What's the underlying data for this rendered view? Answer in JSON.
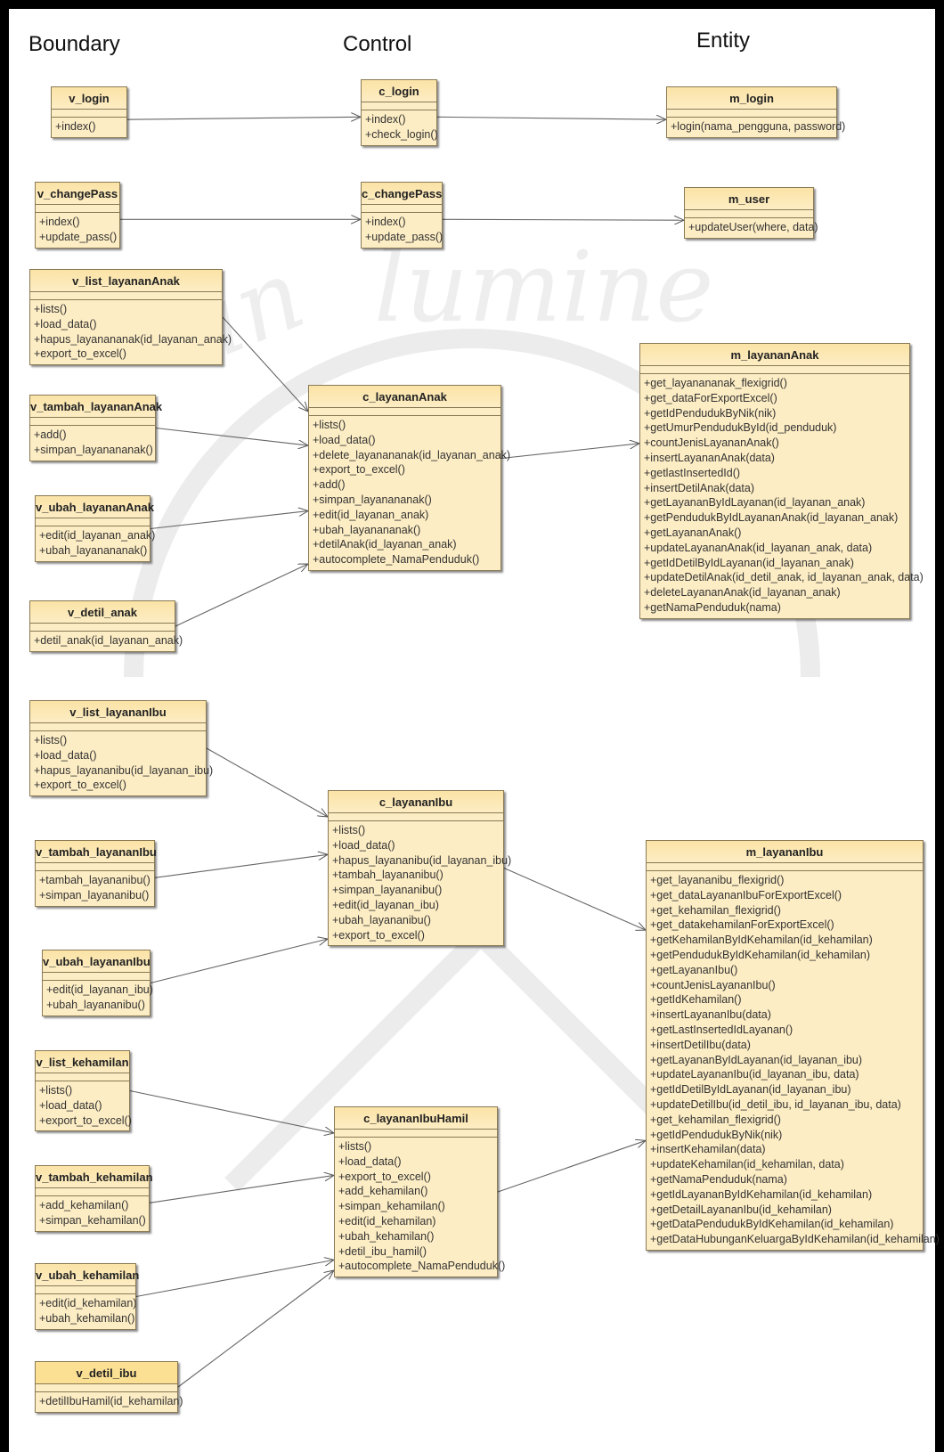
{
  "columns": [
    "Boundary",
    "Control",
    "Entity"
  ],
  "classes": [
    {
      "name": "v_login",
      "ops": [
        "+index()"
      ]
    },
    {
      "name": "c_login",
      "ops": [
        "+index()",
        "+check_login()"
      ]
    },
    {
      "name": "m_login",
      "ops": [
        "+login(nama_pengguna, password)"
      ]
    },
    {
      "name": "v_changePass",
      "ops": [
        "+index()",
        "+update_pass()"
      ]
    },
    {
      "name": "c_changePass",
      "ops": [
        "+index()",
        "+update_pass()"
      ]
    },
    {
      "name": "m_user",
      "ops": [
        "+updateUser(where, data)"
      ]
    },
    {
      "name": "v_list_layananAnak",
      "ops": [
        "+lists()",
        "+load_data()",
        "+hapus_layanananak(id_layanan_anak)",
        "+export_to_excel()"
      ]
    },
    {
      "name": "v_tambah_layananAnak",
      "ops": [
        "+add()",
        "+simpan_layanananak()"
      ]
    },
    {
      "name": "v_ubah_layananAnak",
      "ops": [
        "+edit(id_layanan_anak)",
        "+ubah_layanananak()"
      ]
    },
    {
      "name": "v_detil_anak",
      "ops": [
        "+detil_anak(id_layanan_anak)"
      ]
    },
    {
      "name": "c_layananAnak",
      "ops": [
        "+lists()",
        "+load_data()",
        "+delete_layanananak(id_layanan_anak)",
        "+export_to_excel()",
        "+add()",
        "+simpan_layanananak()",
        "+edit(id_layanan_anak)",
        "+ubah_layanananak()",
        "+detilAnak(id_layanan_anak)",
        "+autocomplete_NamaPenduduk()"
      ]
    },
    {
      "name": "m_layananAnak",
      "ops": [
        "+get_layanananak_flexigrid()",
        "+get_dataForExportExcel()",
        "+getIdPendudukByNik(nik)",
        "+getUmurPendudukById(id_penduduk)",
        "+countJenisLayananAnak()",
        "+insertLayananAnak(data)",
        "+getlastInsertedId()",
        "+insertDetilAnak(data)",
        "+getLayananByIdLayanan(id_layanan_anak)",
        "+getPendudukByIdLayananAnak(id_layanan_anak)",
        "+getLayananAnak()",
        "+updateLayananAnak(id_layanan_anak, data)",
        "+getIdDetilByIdLayanan(id_layanan_anak)",
        "+updateDetilAnak(id_detil_anak, id_layanan_anak, data)",
        "+deleteLayananAnak(id_layanan_anak)",
        "+getNamaPenduduk(nama)"
      ]
    },
    {
      "name": "v_list_layananIbu",
      "ops": [
        "+lists()",
        "+load_data()",
        "+hapus_layananibu(id_layanan_ibu)",
        "+export_to_excel()"
      ]
    },
    {
      "name": "v_tambah_layananIbu",
      "ops": [
        "+tambah_layananibu()",
        "+simpan_layananibu()"
      ]
    },
    {
      "name": "v_ubah_layananIbu",
      "ops": [
        "+edit(id_layanan_ibu)",
        "+ubah_layananibu()"
      ]
    },
    {
      "name": "c_layananIbu",
      "ops": [
        "+lists()",
        "+load_data()",
        "+hapus_layananibu(id_layanan_ibu)",
        "+tambah_layananibu()",
        "+simpan_layananibu()",
        "+edit(id_layanan_ibu)",
        "+ubah_layananibu()",
        "+export_to_excel()"
      ]
    },
    {
      "name": "m_layananIbu",
      "ops": [
        "+get_layananibu_flexigrid()",
        "+get_dataLayananIbuForExportExcel()",
        "+get_kehamilan_flexigrid()",
        "+get_datakehamilanForExportExcel()",
        "+getKehamilanByIdKehamilan(id_kehamilan)",
        "+getPendudukByIdKehamilan(id_kehamilan)",
        "+getLayananIbu()",
        "+countJenisLayananIbu()",
        "+getIdKehamilan()",
        "+insertLayananIbu(data)",
        "+getLastInsertedIdLayanan()",
        "+insertDetilIbu(data)",
        "+getLayananByIdLayanan(id_layanan_ibu)",
        "+updateLayananIbu(id_layanan_ibu, data)",
        "+getIdDetilByIdLayanan(id_layanan_ibu)",
        "+updateDetilIbu(id_detil_ibu, id_layanan_ibu, data)",
        "+get_kehamilan_flexigrid()",
        "+getIdPendudukByNik(nik)",
        "+insertKehamilan(data)",
        "+updateKehamilan(id_kehamilan, data)",
        "+getNamaPenduduk(nama)",
        "+getIdLayananByIdKehamilan(id_kehamilan)",
        "+getDetailLayananIbu(id_kehamilan)",
        "+getDataPendudukByIdKehamilan(id_kehamilan)",
        "+getDataHubunganKeluargaByIdKehamilan(id_kehamilan)"
      ]
    },
    {
      "name": "v_list_kehamilan",
      "ops": [
        "+lists()",
        "+load_data()",
        "+export_to_excel()"
      ]
    },
    {
      "name": "v_tambah_kehamilan",
      "ops": [
        "+add_kehamilan()",
        "+simpan_kehamilan()"
      ]
    },
    {
      "name": "v_ubah_kehamilan",
      "ops": [
        "+edit(id_kehamilan)",
        "+ubah_kehamilan()"
      ]
    },
    {
      "name": "v_detil_ibu",
      "ops": [
        "+detilIbuHamil(id_kehamilan)"
      ]
    },
    {
      "name": "c_layananIbuHamil",
      "ops": [
        "+lists()",
        "+load_data()",
        "+export_to_excel()",
        "+add_kehamilan()",
        "+simpan_kehamilan()",
        "+edit(id_kehamilan)",
        "+ubah_kehamilan()",
        "+detil_ibu_hamil()",
        "+autocomplete_NamaPenduduk()"
      ]
    }
  ],
  "relations": [
    [
      "v_login",
      "c_login"
    ],
    [
      "c_login",
      "m_login"
    ],
    [
      "v_changePass",
      "c_changePass"
    ],
    [
      "c_changePass",
      "m_user"
    ],
    [
      "v_list_layananAnak",
      "c_layananAnak"
    ],
    [
      "v_tambah_layananAnak",
      "c_layananAnak"
    ],
    [
      "v_ubah_layananAnak",
      "c_layananAnak"
    ],
    [
      "v_detil_anak",
      "c_layananAnak"
    ],
    [
      "c_layananAnak",
      "m_layananAnak"
    ],
    [
      "v_list_layananIbu",
      "c_layananIbu"
    ],
    [
      "v_tambah_layananIbu",
      "c_layananIbu"
    ],
    [
      "v_ubah_layananIbu",
      "c_layananIbu"
    ],
    [
      "c_layananIbu",
      "m_layananIbu"
    ],
    [
      "v_list_kehamilan",
      "c_layananIbuHamil"
    ],
    [
      "v_tambah_kehamilan",
      "c_layananIbuHamil"
    ],
    [
      "v_ubah_kehamilan",
      "c_layananIbuHamil"
    ],
    [
      "v_detil_ibu",
      "c_layananIbuHamil"
    ],
    [
      "c_layananIbuHamil",
      "m_layananIbu"
    ]
  ],
  "colors": {
    "class_fill": "#fdedc4",
    "class_border": "#8a7a55",
    "line": "#666666",
    "watermark": "#e9e9e9"
  }
}
